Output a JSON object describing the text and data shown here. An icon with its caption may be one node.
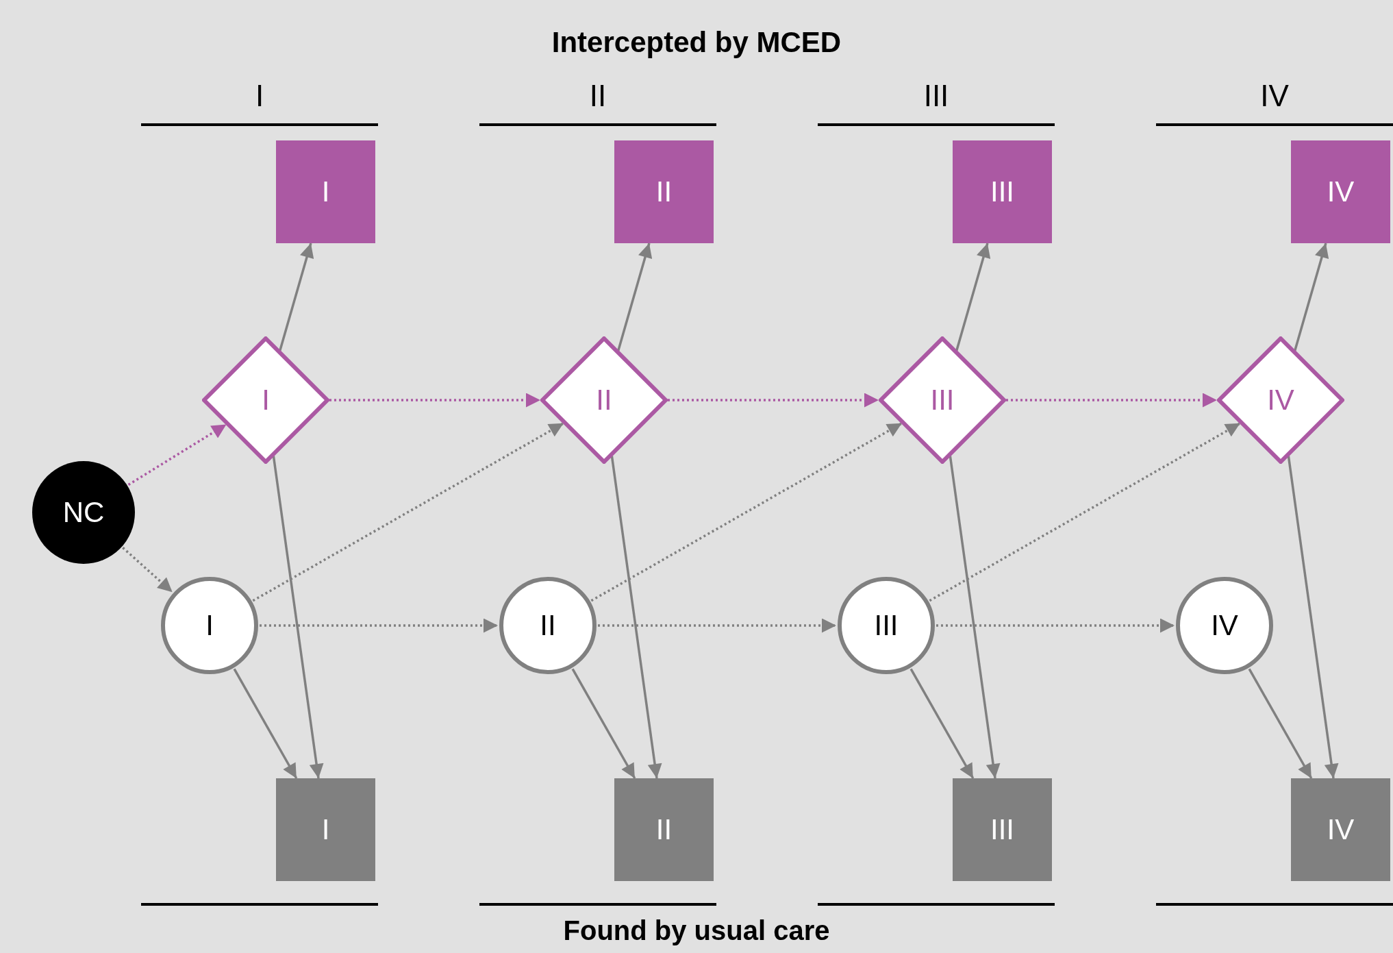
{
  "diagram": {
    "title": "Intercepted by MCED",
    "caption": "Found by usual care",
    "nodes": [
      {
        "text": [
          "I"
        ]
      },
      {
        "text": [
          "II"
        ]
      },
      {
        "text": [
          "III"
        ]
      },
      {
        "text": [
          "IV"
        ]
      },
      {
        "text": [
          "I"
        ]
      },
      {
        "text": [
          "II"
        ]
      },
      {
        "text": [
          "III"
        ]
      },
      {
        "text": [
          "IV"
        ]
      },
      {
        "text": [
          "NC"
        ]
      },
      {
        "text": [
          "I"
        ]
      },
      {
        "text": [
          "II"
        ]
      },
      {
        "text": [
          "III"
        ]
      },
      {
        "text": [
          "IV"
        ]
      },
      {
        "text": [
          "I"
        ]
      },
      {
        "text": [
          "II"
        ]
      },
      {
        "text": [
          "III"
        ]
      },
      {
        "text": [
          "IV"
        ]
      }
    ],
    "edges": [
      {
        "from": 8,
        "to": 4,
        "arrow": "to",
        "style": "dashed",
        "color": "#ab59a3"
      },
      {
        "from": 8,
        "to": 9,
        "arrow": "to",
        "style": "dashed"
      },
      {
        "from": 4,
        "to": 5,
        "arrow": "to",
        "style": "dashed",
        "color": "#ab59a3"
      },
      {
        "from": 5,
        "to": 6,
        "arrow": "to",
        "style": "dashed",
        "color": "#ab59a3"
      },
      {
        "from": 6,
        "to": 7,
        "arrow": "to",
        "style": "dashed",
        "color": "#ab59a3"
      },
      {
        "from": 9,
        "to": 10,
        "arrow": "to",
        "style": "dashed"
      },
      {
        "from": 10,
        "to": 11,
        "arrow": "to",
        "style": "dashed"
      },
      {
        "from": 11,
        "to": 12,
        "arrow": "to",
        "style": "dashed"
      },
      {
        "from": 9,
        "to": 5,
        "arrow": "to",
        "style": "dashed"
      },
      {
        "from": 10,
        "to": 6,
        "arrow": "to",
        "style": "dashed"
      },
      {
        "from": 11,
        "to": 7,
        "arrow": "to",
        "style": "dashed"
      },
      {
        "from": 4,
        "to": 0,
        "arrow": "to"
      },
      {
        "from": 5,
        "to": 1,
        "arrow": "to"
      },
      {
        "from": 6,
        "to": 2,
        "arrow": "to"
      },
      {
        "from": 7,
        "to": 3,
        "arrow": "to"
      },
      {
        "from": 4,
        "to": 13,
        "arrow": "to"
      },
      {
        "from": 5,
        "to": 14,
        "arrow": "to"
      },
      {
        "from": 6,
        "to": 15,
        "arrow": "to"
      },
      {
        "from": 7,
        "to": 16,
        "arrow": "to"
      },
      {
        "from": 9,
        "to": 13,
        "arrow": "to"
      },
      {
        "from": 10,
        "to": 14,
        "arrow": "to"
      },
      {
        "from": 11,
        "to": 15,
        "arrow": "to"
      },
      {
        "from": 12,
        "to": 16,
        "arrow": "to"
      }
    ],
    "labels": [
      "I",
      "II",
      "III",
      "IV"
    ]
  }
}
